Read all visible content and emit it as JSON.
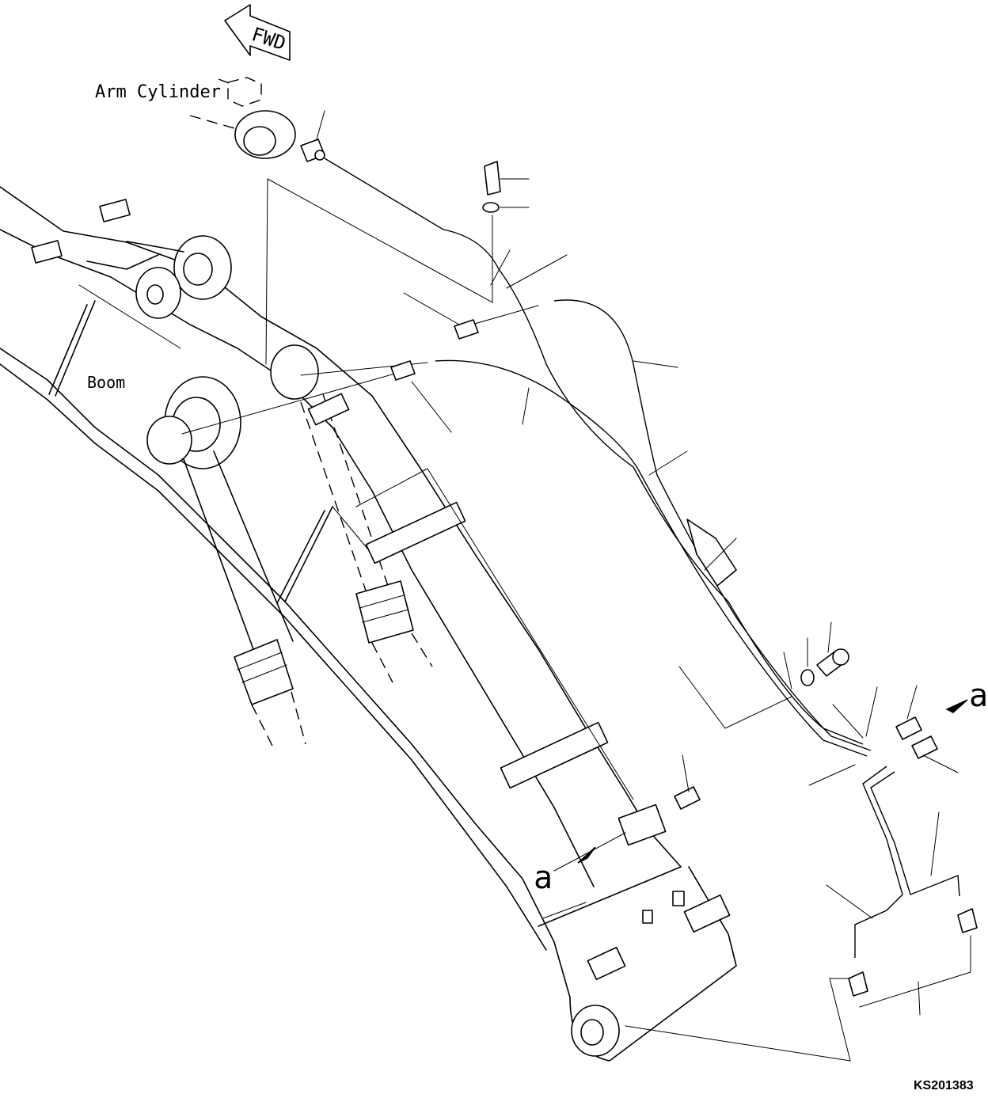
{
  "labels": {
    "fwd": "FWD",
    "arm_cylinder": "Arm Cylinder",
    "boom": "Boom",
    "view_a_left": "a",
    "view_a_right": "a",
    "drawing_code": "KS201383"
  },
  "colors": {
    "line": "#000000",
    "background": "#ffffff"
  }
}
